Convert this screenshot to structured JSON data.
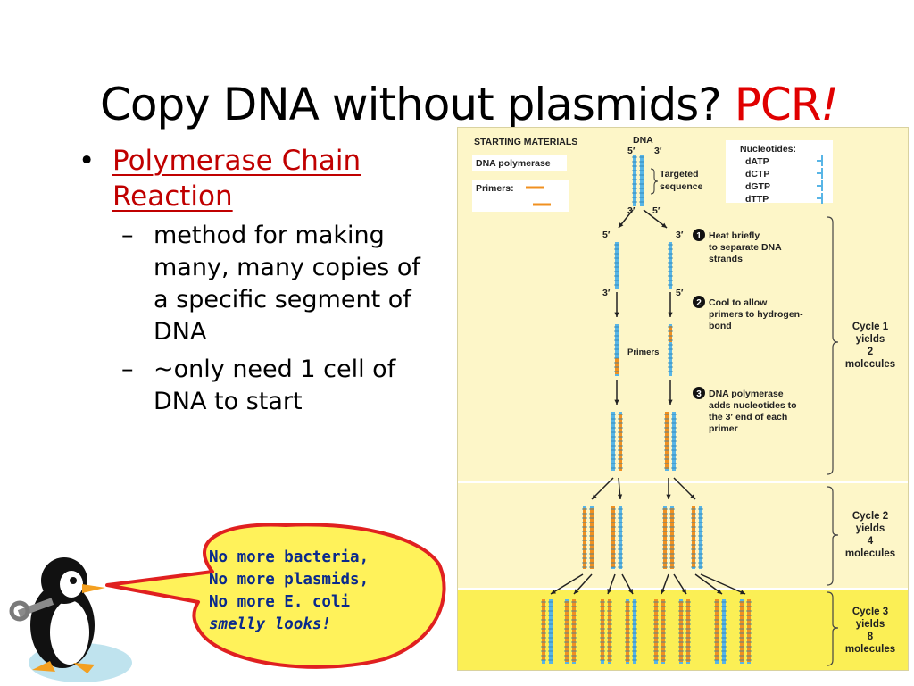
{
  "slide": {
    "title_main": "Copy DNA without plasmids? ",
    "title_accent": "PCR",
    "title_bang": "!",
    "bullet": "Polymerase Chain Reaction",
    "sub_bullets": [
      "method for making many, many copies of a specific segment of DNA",
      "~only need 1 cell of DNA to start"
    ],
    "dash": "–",
    "dot": "•"
  },
  "figure": {
    "starting_materials": "STARTING MATERIALS",
    "dna_polymerase": "DNA polymerase",
    "primers": "Primers:",
    "dna": "DNA",
    "five_prime": "5′",
    "three_prime": "3′",
    "targeted": "Targeted",
    "sequence": "sequence",
    "nucleotides": "Nucleotides:",
    "datp": "dATP",
    "dctp": "dCTP",
    "dgtp": "dGTP",
    "dttp": "dTTP",
    "step1_num": "1",
    "step1": [
      "Heat briefly",
      "to separate DNA",
      "strands"
    ],
    "step2_num": "2",
    "step2": [
      "Cool to allow",
      "primers to hydrogen-",
      "bond"
    ],
    "step3_num": "3",
    "step3": [
      "DNA polymerase",
      "adds nucleotides to",
      "the 3′ end of each",
      "primer"
    ],
    "primers_label": "Primers",
    "cycle1": [
      "Cycle 1",
      "yields",
      "2",
      "molecules"
    ],
    "cycle2": [
      "Cycle 2",
      "yields",
      "4",
      "molecules"
    ],
    "cycle3": [
      "Cycle 3",
      "yields",
      "8",
      "molecules"
    ],
    "colors": {
      "dna": "#58b5e6",
      "primer": "#f09020",
      "cycle_bg": "#fdf6c8",
      "cycle3_bg": "#fbef55"
    }
  },
  "speech": {
    "lines": [
      "No more bacteria,",
      "No more plasmids,",
      "No more E. coli",
      "smelly looks!"
    ]
  }
}
